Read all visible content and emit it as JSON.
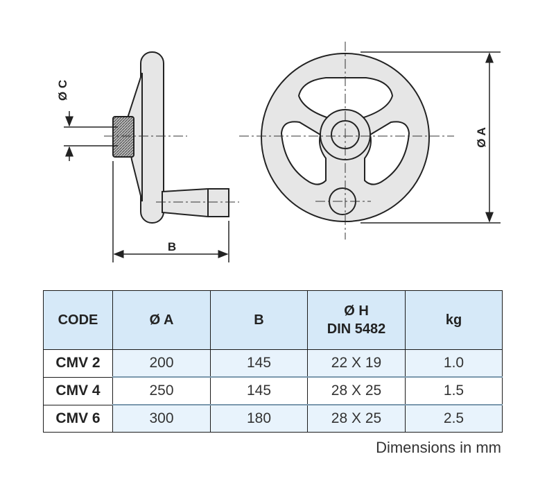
{
  "drawing": {
    "labels": {
      "dia_c": "Ø C",
      "dia_a": "Ø A",
      "b": "B"
    }
  },
  "table": {
    "headers": [
      {
        "lines": [
          "CODE"
        ]
      },
      {
        "lines": [
          "Ø A"
        ]
      },
      {
        "lines": [
          "B"
        ]
      },
      {
        "lines": [
          "Ø H",
          "DIN 5482"
        ]
      },
      {
        "lines": [
          "kg"
        ]
      }
    ],
    "rows": [
      {
        "code": "CMV 2",
        "dia_a": "200",
        "b": "145",
        "dia_h": "22 X 19",
        "kg": "1.0"
      },
      {
        "code": "CMV 4",
        "dia_a": "250",
        "b": "145",
        "dia_h": "28 X 25",
        "kg": "1.5"
      },
      {
        "code": "CMV 6",
        "dia_a": "300",
        "b": "180",
        "dia_h": "28 X 25",
        "kg": "2.5"
      }
    ]
  },
  "footnote": "Dimensions in mm",
  "colors": {
    "header_bg": "#d6e9f8",
    "row_alt_bg": "#e8f3fc",
    "part_fill": "#e6e6e6"
  }
}
